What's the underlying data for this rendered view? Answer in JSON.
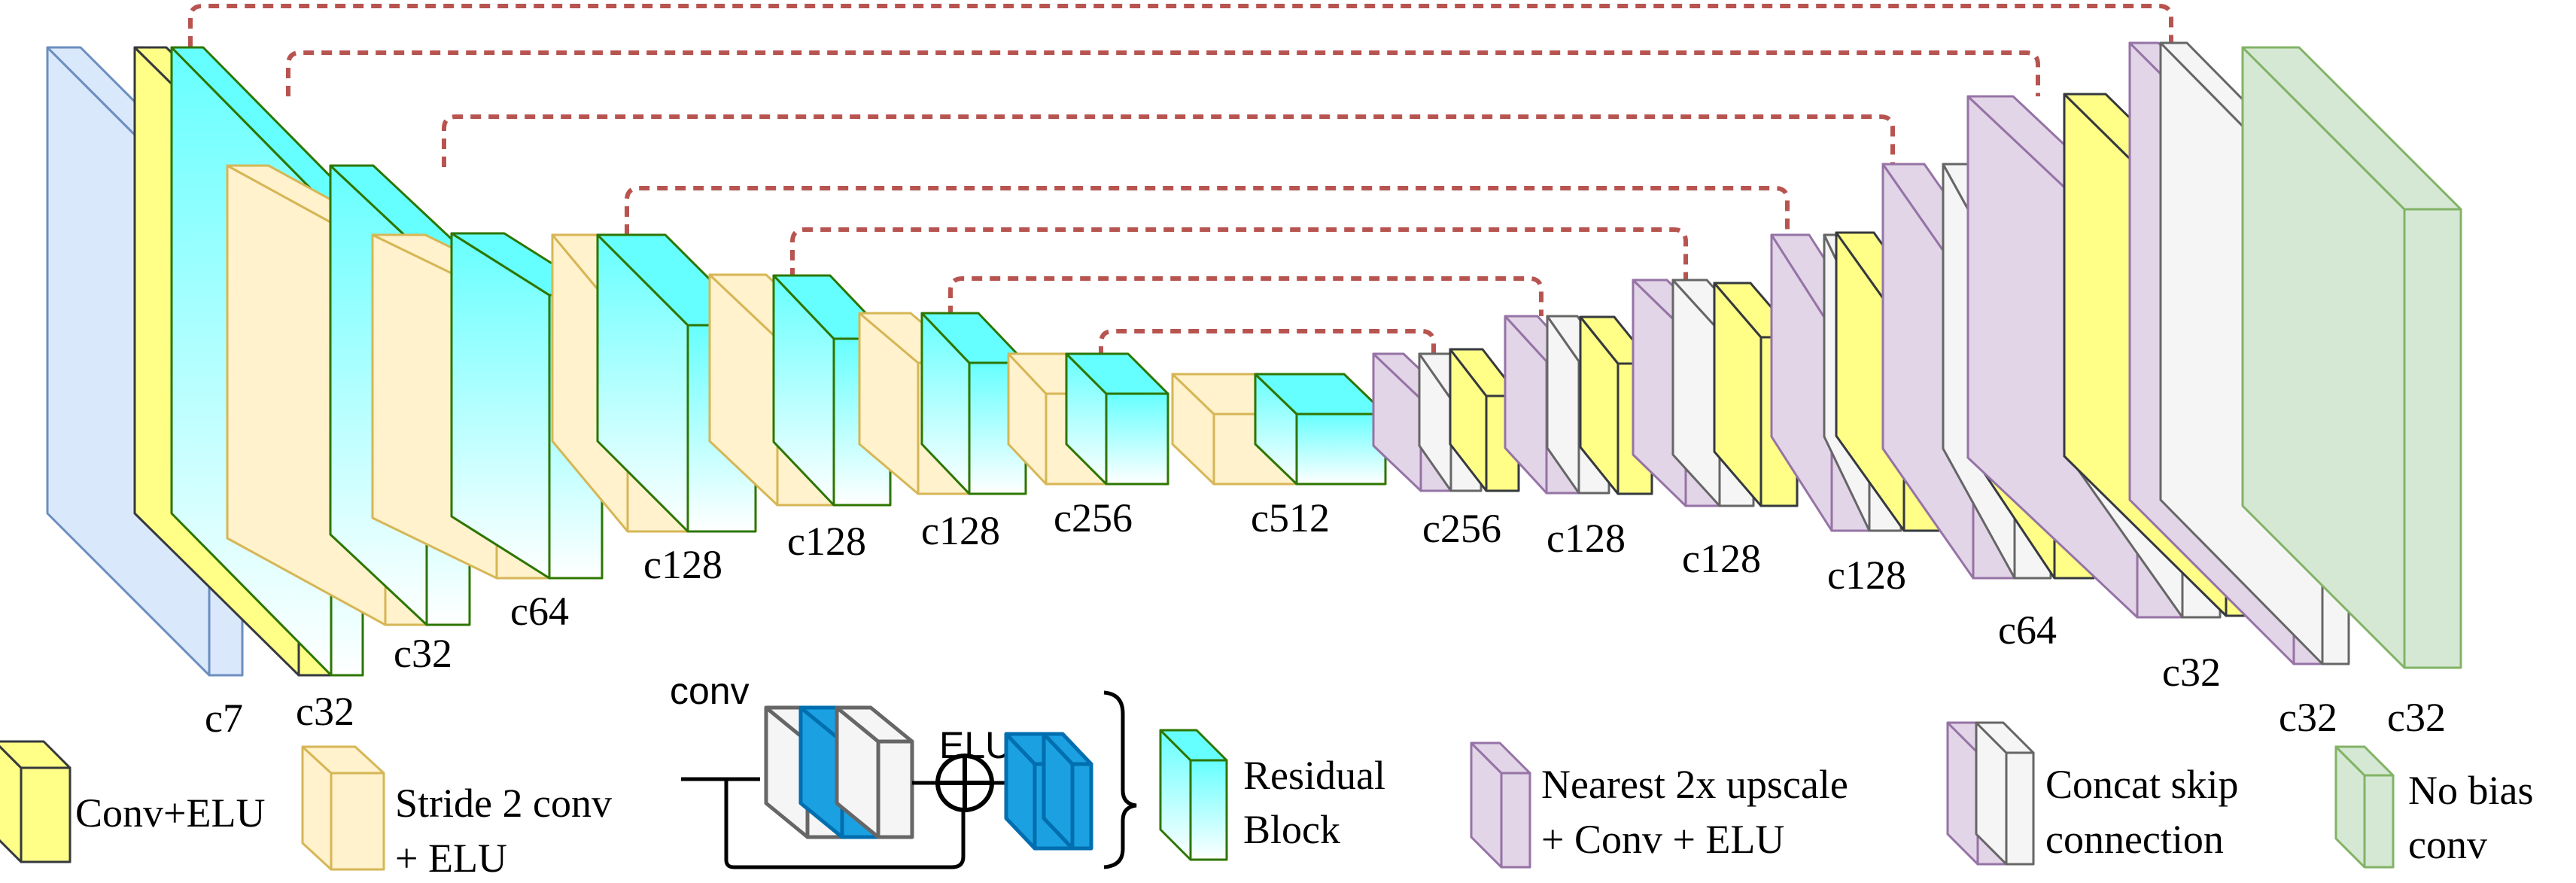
{
  "colors": {
    "input": "#dae8fc",
    "input_stroke": "#6c8ebf",
    "conv": "#ffff88",
    "conv_stroke": "#36393d",
    "stride": "#fff2cc",
    "stride_stroke": "#d6b656",
    "residual_top": "#66ffff",
    "residual_stroke": "#2d7600",
    "upscale": "#e1d5e7",
    "upscale_stroke": "#9673a6",
    "concat": "#f5f5f5",
    "concat_stroke": "#666666",
    "output": "#d5e8d4",
    "output_stroke": "#82b366",
    "skip_line": "#b85450",
    "detail_box": "#f5f5f5",
    "detail_box_stroke": "#666666",
    "detail_cyan": "#1ba1e2",
    "detail_cyan_stroke": "#006eaf"
  },
  "encoder_labels": [
    "c7",
    "c32",
    "c32",
    "c64",
    "c128",
    "c128",
    "c128",
    "c256",
    "c512"
  ],
  "decoder_labels": [
    "c256",
    "c128",
    "c128",
    "c128",
    "c64",
    "c32",
    "c32",
    "c32"
  ],
  "legend": {
    "conv_elu_line1": "Conv+ELU",
    "stride_line1": "Stride 2 conv",
    "stride_line2": "+ ELU",
    "conv_label": "conv",
    "elu_label": "ELU",
    "residual_line1": "Residual",
    "residual_line2": "Block",
    "upscale_line1": "Nearest 2x upscale",
    "upscale_line2": "+ Conv + ELU",
    "concat_line1": "Concat skip",
    "concat_line2": "connection",
    "nobias_line1": "No bias",
    "nobias_line2": "conv"
  }
}
